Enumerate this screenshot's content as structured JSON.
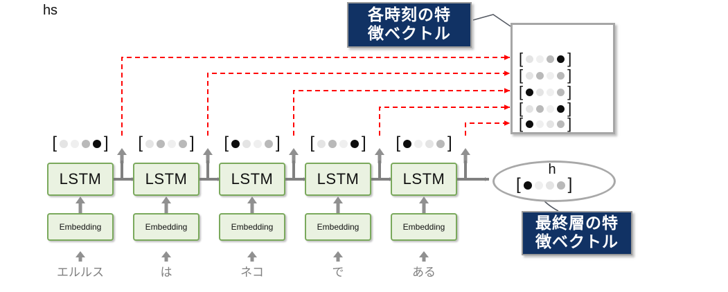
{
  "diagram": {
    "title": "Encoder LSTM hidden states diagram",
    "colors": {
      "node_fill": "#eaf2e1",
      "node_border": "#7aa95c",
      "callout_bg": "#113264",
      "callout_text": "#ffffff",
      "dashed_arrow": "#ff0000",
      "solid_arrow": "#808080",
      "panel_border": "#a6a6a6"
    }
  },
  "callouts": {
    "top": {
      "line1": "各時刻の特",
      "line2": "徴ベクトル"
    },
    "bottom": {
      "line1": "最終層の特",
      "line2": "徴ベクトル"
    }
  },
  "hs_panel": {
    "title": "hs",
    "open_bracket": "[",
    "close_bracket": "]",
    "rows": [
      {
        "dots": [
          "light",
          "xlight",
          "dark",
          "black"
        ]
      },
      {
        "dots": [
          "light",
          "dark",
          "xlight",
          "dark"
        ]
      },
      {
        "dots": [
          "black",
          "light",
          "xlight",
          "dark"
        ]
      },
      {
        "dots": [
          "light",
          "dark",
          "xlight",
          "black"
        ]
      },
      {
        "dots": [
          "black",
          "xlight",
          "light",
          "dark"
        ]
      }
    ]
  },
  "h_output": {
    "title": "h",
    "open_bracket": "[",
    "close_bracket": "]",
    "dots": [
      "black",
      "xlight",
      "light",
      "dark"
    ]
  },
  "timesteps": [
    {
      "index": 0,
      "lstm_label": "LSTM",
      "embedding_label": "Embedding",
      "word": "エルルス",
      "vector": {
        "open_bracket": "[",
        "close_bracket": "]",
        "dots": [
          "light",
          "xlight",
          "dark",
          "black"
        ]
      }
    },
    {
      "index": 1,
      "lstm_label": "LSTM",
      "embedding_label": "Embedding",
      "word": "は",
      "vector": {
        "open_bracket": "[",
        "close_bracket": "]",
        "dots": [
          "light",
          "dark",
          "xlight",
          "dark"
        ]
      }
    },
    {
      "index": 2,
      "lstm_label": "LSTM",
      "embedding_label": "Embedding",
      "word": "ネコ",
      "vector": {
        "open_bracket": "[",
        "close_bracket": "]",
        "dots": [
          "black",
          "light",
          "xlight",
          "dark"
        ]
      }
    },
    {
      "index": 3,
      "lstm_label": "LSTM",
      "embedding_label": "Embedding",
      "word": "で",
      "vector": {
        "open_bracket": "[",
        "close_bracket": "]",
        "dots": [
          "light",
          "dark",
          "xlight",
          "black"
        ]
      }
    },
    {
      "index": 4,
      "lstm_label": "LSTM",
      "embedding_label": "Embedding",
      "word": "ある",
      "vector": {
        "open_bracket": "[",
        "close_bracket": "]",
        "dots": [
          "black",
          "xlight",
          "light",
          "dark"
        ]
      }
    }
  ]
}
